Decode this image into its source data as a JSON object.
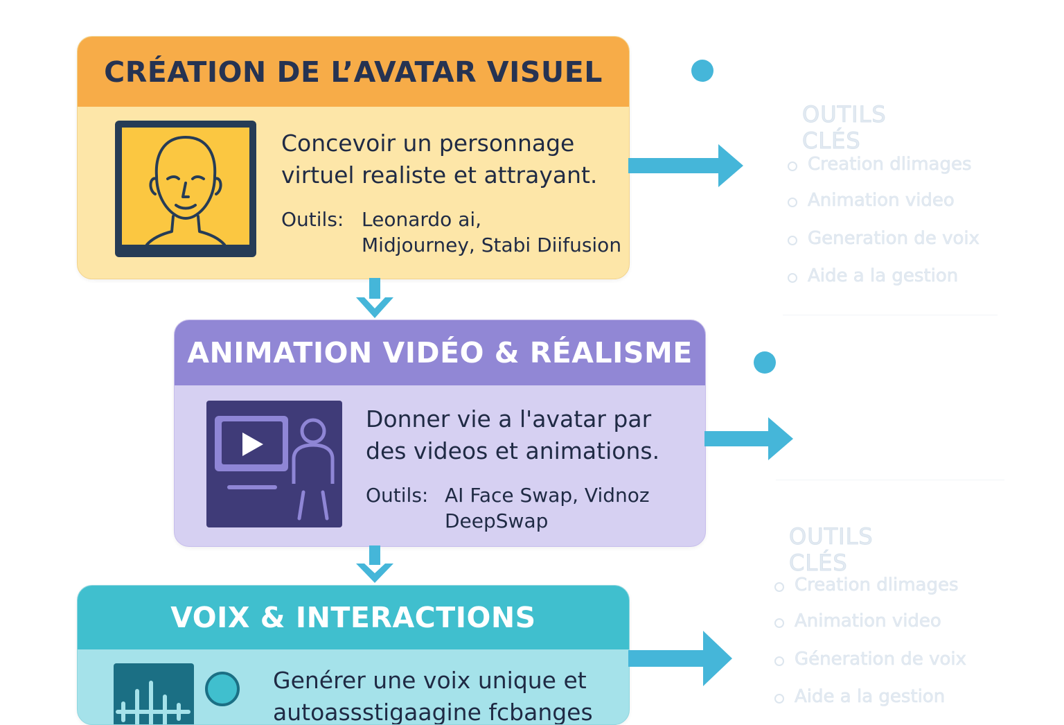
{
  "steps": [
    {
      "title": "CRÉATION DE L’AVATAR VISUEL",
      "description_lines": [
        "Concevoir un personnage",
        "virtuel realiste et attrayant."
      ],
      "tools_label": "Outils:",
      "tools_lines": [
        "Leonardo ai,",
        "Midjourney, Stabi Diifusion"
      ],
      "icon": "avatar-face-icon"
    },
    {
      "title": "ANIMATION VIDÉO & RÉALISME",
      "description_lines": [
        "Donner vie a l'avatar par",
        "des videos et animations."
      ],
      "tools_label": "Outils:",
      "tools_lines": [
        "AI Face Swap, Vidnoz",
        "DeepSwap"
      ],
      "icon": "video-presenter-icon"
    },
    {
      "title": "VOIX & INTERACTIONS",
      "description_lines": [
        "Genérer une voix unique et",
        "autoassstigaagine fcbanges"
      ],
      "icon": "sound-wave-icon"
    }
  ],
  "side_panels": [
    {
      "title": "OUTILS CLÉS",
      "items": [
        "Creation dlimages",
        "Animation video",
        "Generation de voix",
        "Aide a la gestion"
      ]
    },
    {
      "title": "OUTILS CLÉS",
      "items": [
        "Creation dlimages",
        "Animation video",
        "Géneration de voix",
        "Aide a la gestion"
      ]
    }
  ],
  "colors": {
    "accent_arrow": "#45b6d9",
    "step1_header": "#f7ac48",
    "step2_header": "#9187d5",
    "step3_header": "#40bfce"
  }
}
